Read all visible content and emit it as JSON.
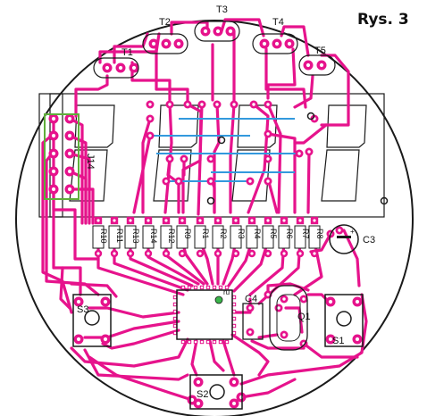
{
  "figure": {
    "label": "Rys. 3",
    "colors": {
      "trace": "#e6138c",
      "pad": "#e6138c",
      "jumper": "#3399dd",
      "outline": "#1a1a1a",
      "pad_hole": "#ffffff",
      "header": "#5fae3a"
    }
  },
  "transistors": [
    "T1",
    "T2",
    "T3",
    "T4",
    "T5"
  ],
  "connector": "J14",
  "resistors": [
    "R10",
    "R11",
    "R13",
    "R14",
    "R12",
    "R9",
    "R1",
    "R2",
    "R3",
    "R4",
    "R5",
    "R6",
    "R7",
    "R8"
  ],
  "capacitors": [
    "C3",
    "C4"
  ],
  "crystal": "Q1",
  "buttons": [
    "S1",
    "S2",
    "S3"
  ],
  "ic_mark": "ru",
  "cap_polarity": "+"
}
